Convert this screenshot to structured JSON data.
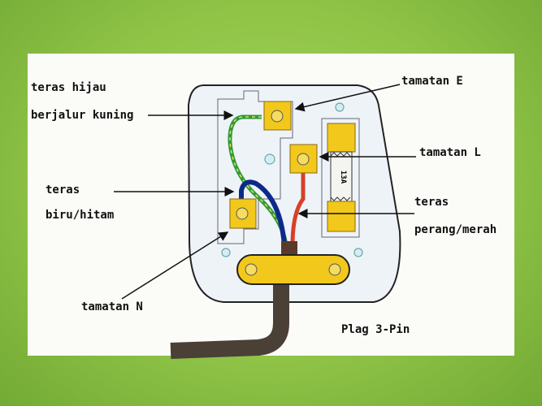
{
  "labels": {
    "earth_core": [
      "teras hijau",
      "berjalur kuning"
    ],
    "earth_terminal": "tamatan E",
    "live_terminal": "tamatan L",
    "neutral_core": [
      "teras",
      "biru/hitam"
    ],
    "live_core": [
      "teras",
      "perang/merah"
    ],
    "neutral_terminal": "tamatan N",
    "title": "Plag 3-Pin",
    "fuse_rating": "13A"
  },
  "colors": {
    "earth_wire": "#2f9a3a",
    "neutral_wire": "#0d2a8a",
    "live_wire": "#d8402a",
    "brass": "#f2c81c",
    "cord": "#4a4036"
  }
}
